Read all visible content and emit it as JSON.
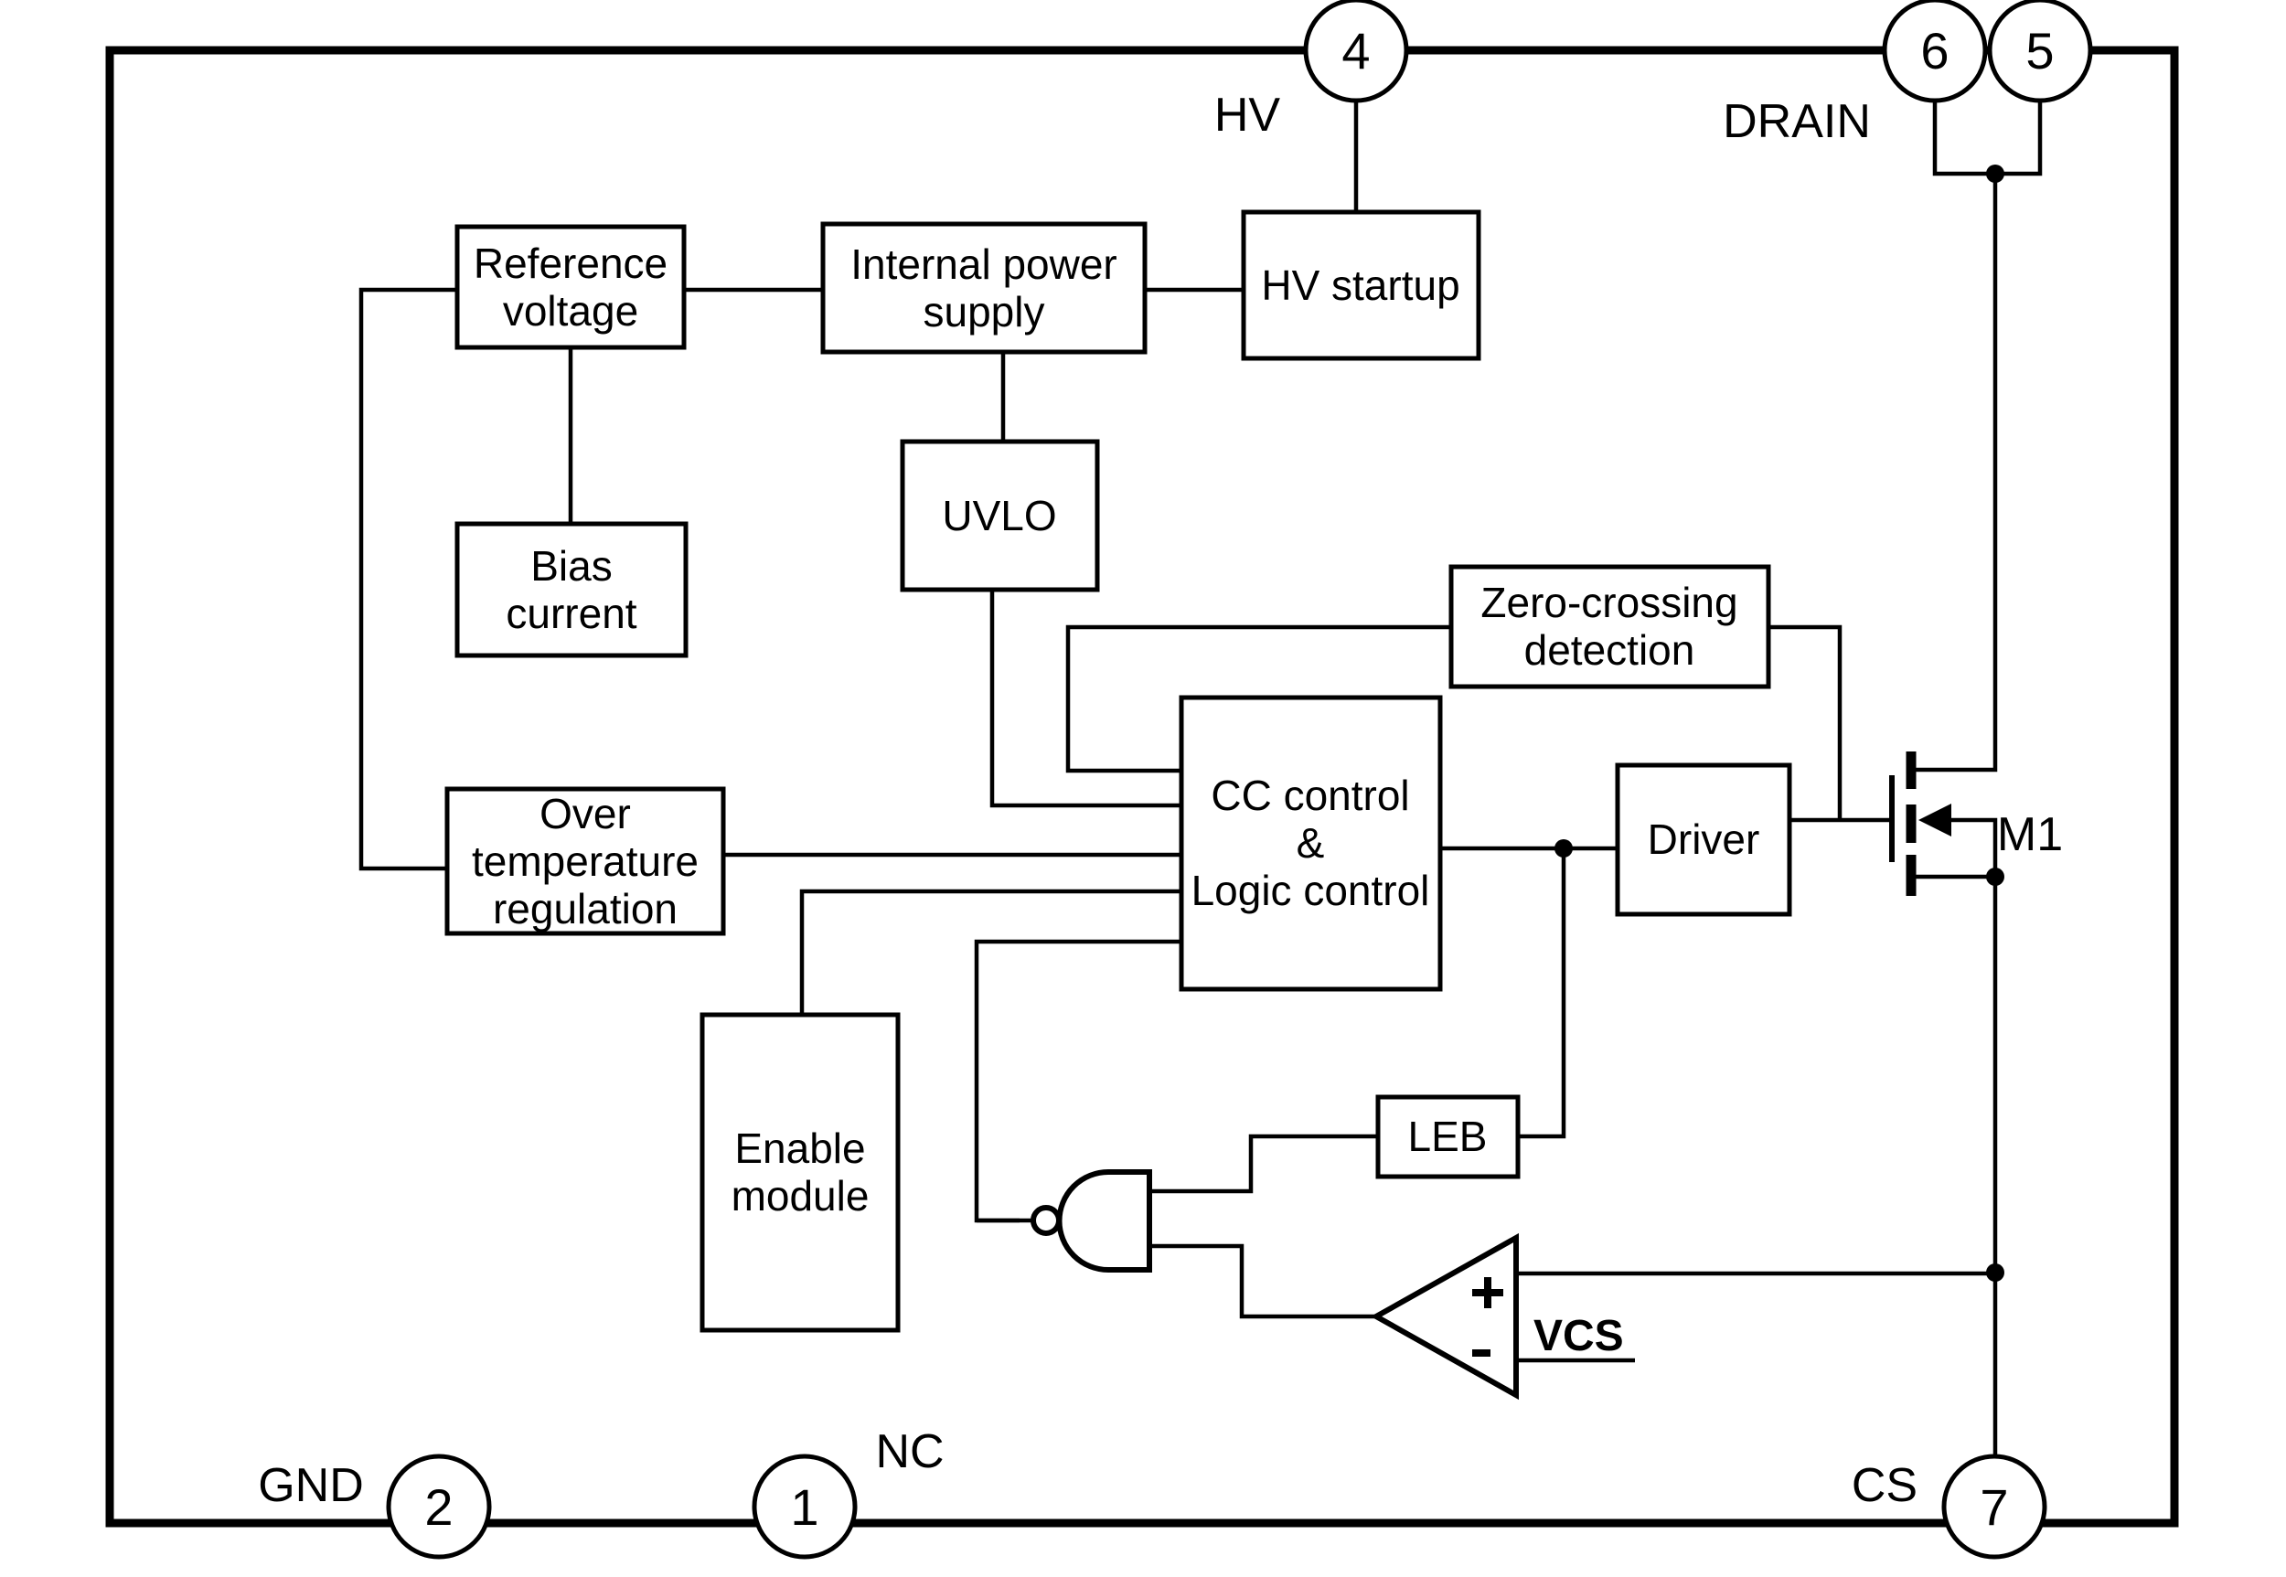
{
  "pins": {
    "p4": "4",
    "p6": "6",
    "p5": "5",
    "p2": "2",
    "p1": "1",
    "p7": "7"
  },
  "pin_labels": {
    "hv": "HV",
    "drain": "DRAIN",
    "gnd": "GND",
    "nc": "NC",
    "cs": "CS"
  },
  "blocks": {
    "reference": {
      "lines": [
        "Reference",
        "voltage"
      ]
    },
    "internal": {
      "lines": [
        "Internal power",
        "supply"
      ]
    },
    "hv_startup": {
      "lines": [
        "HV startup"
      ]
    },
    "uvlo": {
      "lines": [
        "UVLO"
      ]
    },
    "bias": {
      "lines": [
        "Bias",
        "current"
      ]
    },
    "zero_crossing": {
      "lines": [
        "Zero-crossing",
        "detection"
      ]
    },
    "cc": {
      "lines": [
        "CC control",
        "&",
        "Logic control"
      ]
    },
    "over_temp": {
      "lines": [
        "Over",
        "temperature",
        "regulation"
      ]
    },
    "driver": {
      "lines": [
        "Driver"
      ]
    },
    "enable": {
      "lines": [
        "Enable",
        "module"
      ]
    },
    "leb": {
      "lines": [
        "LEB"
      ]
    }
  },
  "components": {
    "mosfet_label": "M1",
    "comparator": {
      "plus": "+",
      "minus": "-",
      "vcs": "VCS"
    }
  },
  "colors": {
    "line": "#000000",
    "background": "#ffffff"
  }
}
